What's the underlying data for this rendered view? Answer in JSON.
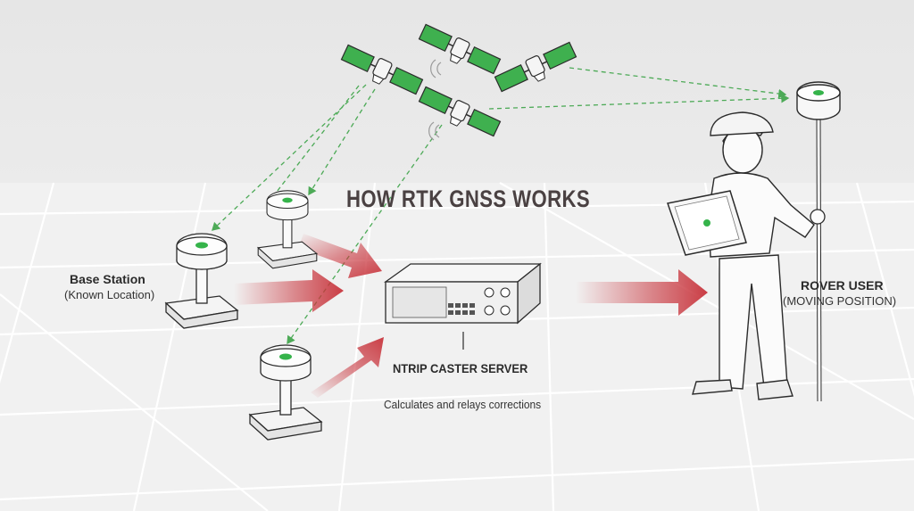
{
  "diagram": {
    "title": "HOW RTK GNSS WORKS",
    "base_station": {
      "label": "Base Station",
      "sublabel": "(Known Location)"
    },
    "server": {
      "label": "NTRIP CASTER SERVER",
      "description": "Calculates and relays corrections"
    },
    "rover": {
      "label": "ROVER USER",
      "sublabel": "(MOVING POSITION)"
    }
  },
  "colors": {
    "accent_green": "#35b34a",
    "arrow_red": "#c8343c",
    "signal_green": "#4daa57",
    "ink": "#2b2b2b"
  },
  "icons": [
    "satellite-icon",
    "gnss-antenna-icon",
    "rack-server-icon",
    "surveyor-icon",
    "tablet-icon"
  ]
}
